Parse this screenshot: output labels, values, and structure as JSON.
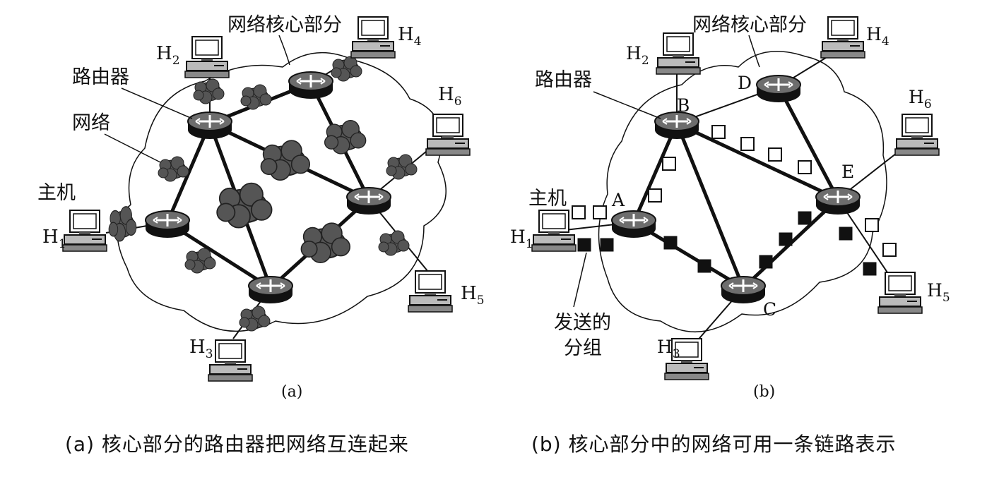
{
  "panel_a": {
    "label": "(a)",
    "core_label": "网络核心部分",
    "router_label": "路由器",
    "network_label": "网络",
    "host_label": "主机",
    "hosts": {
      "H1": {
        "main": "H",
        "sub": "1"
      },
      "H2": {
        "main": "H",
        "sub": "2"
      },
      "H3": {
        "main": "H",
        "sub": "3"
      },
      "H4": {
        "main": "H",
        "sub": "4"
      },
      "H5": {
        "main": "H",
        "sub": "5"
      },
      "H6": {
        "main": "H",
        "sub": "6"
      }
    }
  },
  "panel_b": {
    "label": "(b)",
    "core_label": "网络核心部分",
    "router_label": "路由器",
    "host_label": "主机",
    "packets_label_line1": "发送的",
    "packets_label_line2": "分组",
    "nodes": {
      "A": "A",
      "B": "B",
      "C": "C",
      "D": "D",
      "E": "E"
    },
    "hosts": {
      "H1": {
        "main": "H",
        "sub": "1"
      },
      "H2": {
        "main": "H",
        "sub": "2"
      },
      "H3": {
        "main": "H",
        "sub": "3"
      },
      "H4": {
        "main": "H",
        "sub": "4"
      },
      "H5": {
        "main": "H",
        "sub": "5"
      },
      "H6": {
        "main": "H",
        "sub": "6"
      }
    }
  },
  "captions": {
    "a": "(a)  核心部分的路由器把网络互连起来",
    "b": "(b)  核心部分中的网络可用一条链路表示"
  }
}
